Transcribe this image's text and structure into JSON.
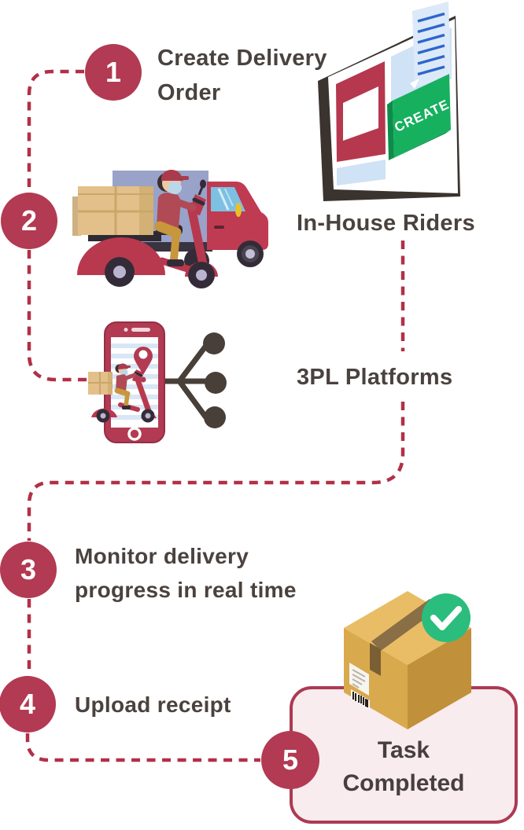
{
  "colors": {
    "accent_crimson": "#b23a52",
    "dash_crimson": "#b13048",
    "text_dark": "#4a423e",
    "card_bg": "#f9ecee",
    "card_border": "#ac3a53",
    "success_green": "#2abd7d",
    "create_button_green": "#17b05f"
  },
  "steps": [
    {
      "number": "1",
      "label": "Create Delivery Order"
    },
    {
      "number": "2"
    },
    {
      "number": "3",
      "label": "Monitor delivery progress in real time"
    },
    {
      "number": "4",
      "label": "Upload receipt"
    },
    {
      "number": "5"
    }
  ],
  "routes": [
    {
      "label": "In-House Riders"
    },
    {
      "label": "3PL Platforms"
    }
  ],
  "tablet": {
    "button_label": "CREATE"
  },
  "result_card": {
    "title": "Task Completed"
  },
  "illustrations": {
    "tablet": "create-order-screen",
    "vehicles": "delivery-scooter-and-truck",
    "phone": "delivery-app-dispatch-phone",
    "package": "delivered-package-with-checkmark"
  }
}
